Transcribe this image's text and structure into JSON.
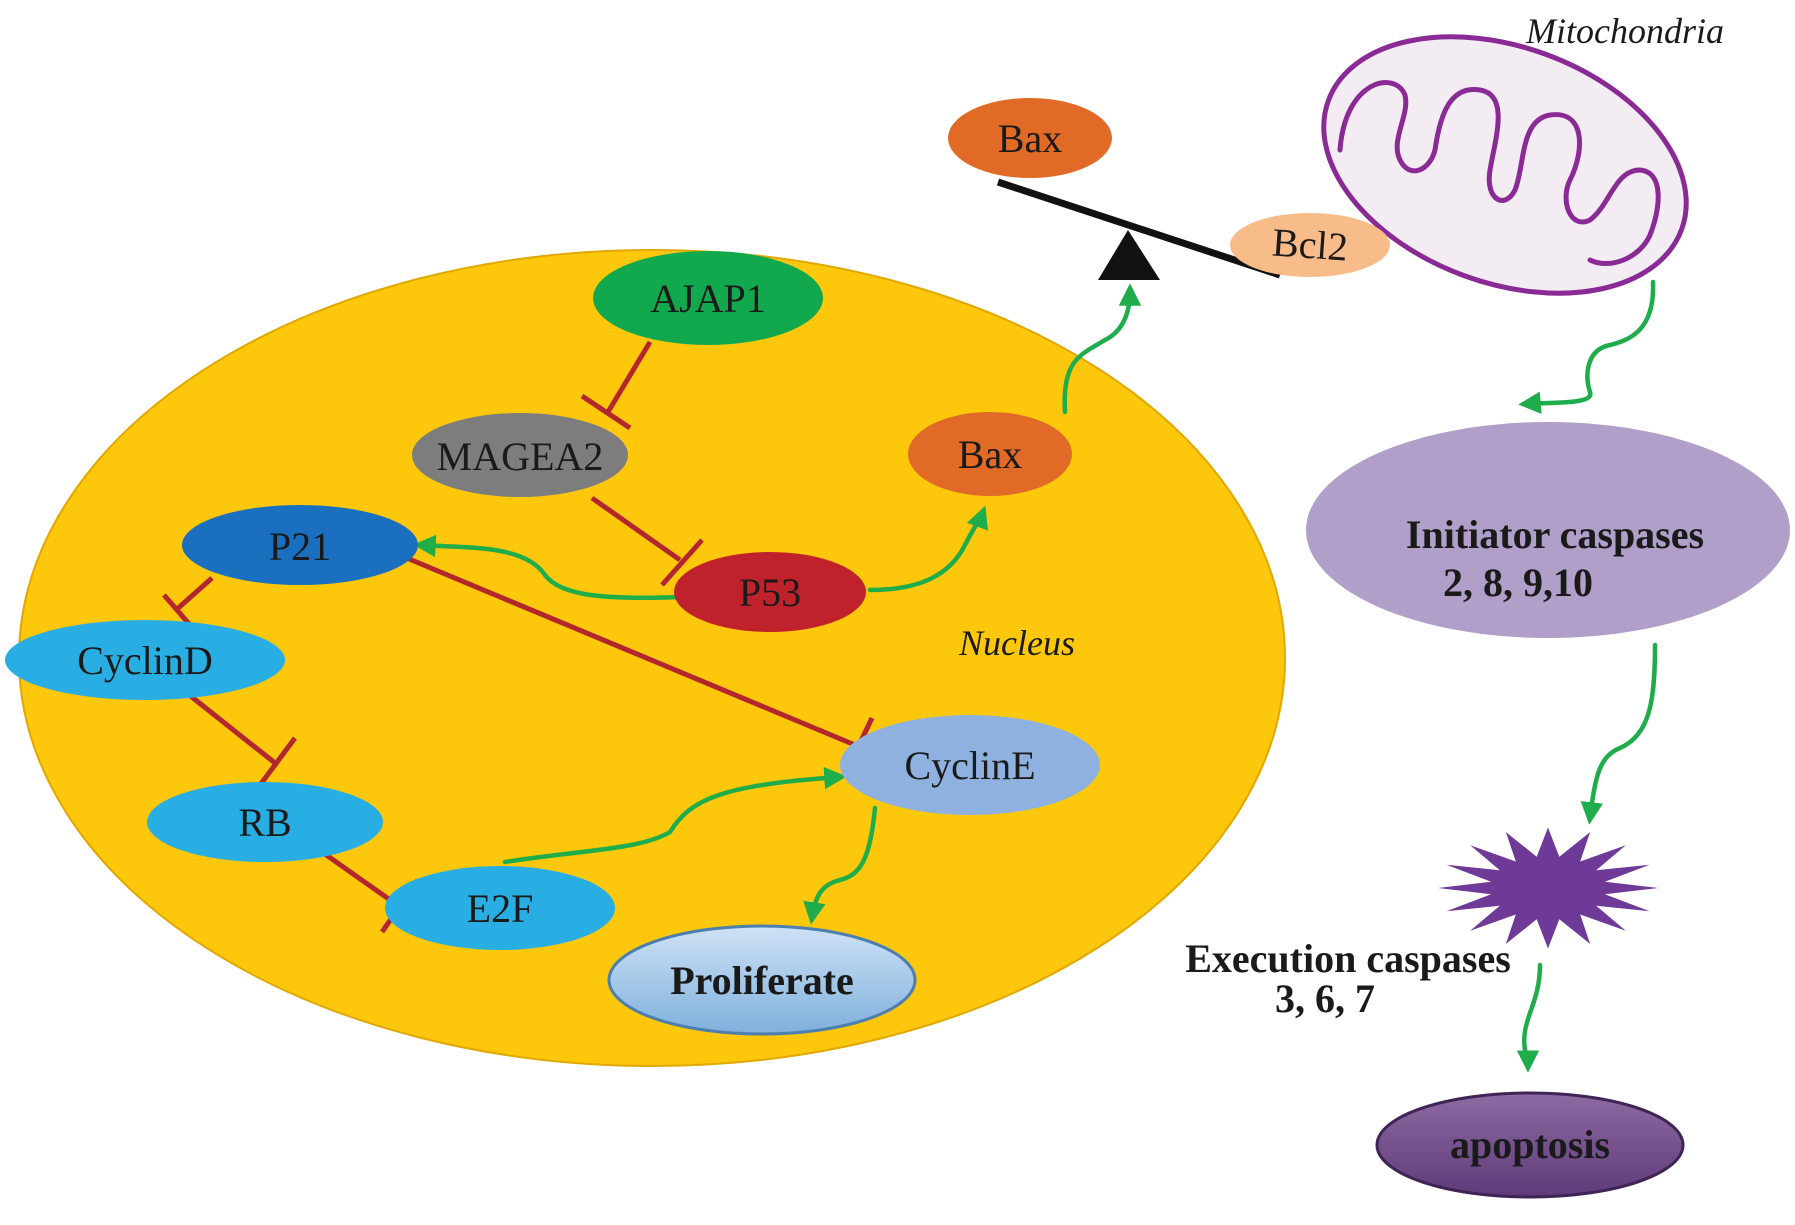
{
  "colors": {
    "nucleus": "#fdc70c",
    "inhibit": "#b3262b",
    "activate": "#1fad4b",
    "mitochondria": "#8a2a95"
  },
  "nucleus": {
    "label": "Nucleus"
  },
  "mitochondria": {
    "label": "Mitochondria"
  },
  "nodes": {
    "ajap1": "AJAP1",
    "magea2": "MAGEA2",
    "p21": "P21",
    "p53": "P53",
    "bax_nucleus": "Bax",
    "cyclind": "CyclinD",
    "rb": "RB",
    "e2f": "E2F",
    "cycline": "CyclinE",
    "proliferate": "Proliferate",
    "bax_balance": "Bax",
    "bcl2": "Bcl2",
    "initiator_line1": "Initiator caspases",
    "initiator_line2": "2, 8, 9,10",
    "execution_line1": "Execution caspases",
    "execution_line2": "3, 6, 7",
    "apoptosis": "apoptosis"
  }
}
